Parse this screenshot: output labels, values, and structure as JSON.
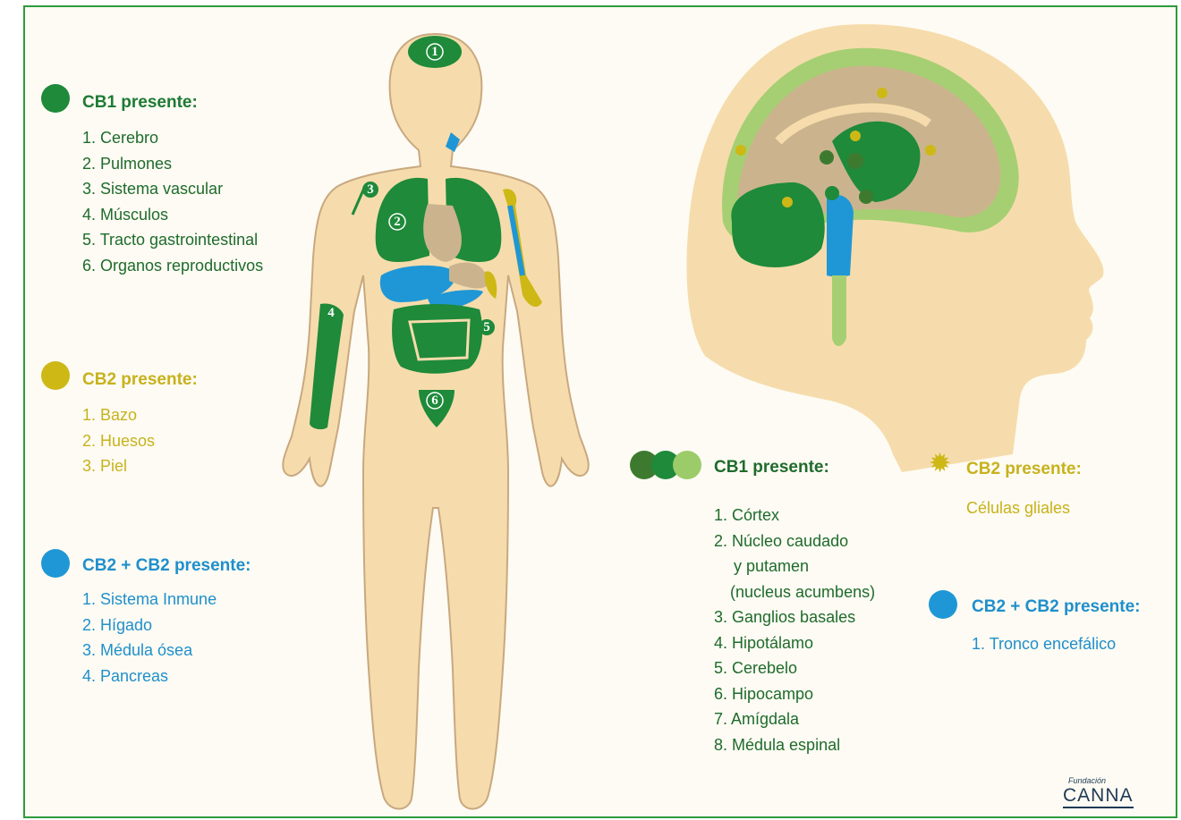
{
  "legends": {
    "body_cb1": {
      "title": "CB1 presente:",
      "items": [
        "1. Cerebro",
        "2. Pulmones",
        "3. Sistema vascular",
        "4. Músculos",
        "5. Tracto gastrointestinal",
        "6. Organos reproductivos"
      ],
      "color": "#1e8a3a"
    },
    "body_cb2": {
      "title": "CB2 presente:",
      "items": [
        "1. Bazo",
        "2. Huesos",
        "3. Piel"
      ],
      "color": "#cdb816"
    },
    "body_cb1cb2": {
      "title": "CB2 + CB2 presente:",
      "items": [
        "1. Sistema Inmune",
        "2. Hígado",
        "3. Médula ósea",
        "4. Pancreas"
      ],
      "color": "#1f97d6"
    },
    "brain_cb1": {
      "title": "CB1 presente:",
      "items": [
        "1. Córtex",
        "2. Núcleo caudado",
        "y putamen",
        "(nucleus acumbens)",
        "3. Ganglios basales",
        "4. Hipotálamo",
        "5. Cerebelo",
        "6. Hipocampo",
        "7. Amígdala",
        "8. Médula espinal"
      ],
      "colors": [
        "#3d7a30",
        "#1e8a3a",
        "#9ccc6a"
      ]
    },
    "brain_cb2": {
      "title": "CB2 presente:",
      "items": [
        "Células gliales"
      ],
      "color": "#cdb816"
    },
    "brain_cb1cb2": {
      "title": "CB2 + CB2 presente:",
      "items": [
        "1. Tronco encefálico"
      ],
      "color": "#1f97d6"
    }
  },
  "body_markers": [
    "1",
    "2",
    "3",
    "4",
    "5",
    "6"
  ],
  "logo": {
    "small": "Fundación",
    "big": "CANNA"
  },
  "colors": {
    "skin": "#f6dcac",
    "skin_stroke": "#c9a880",
    "green": "#1e8a3a",
    "light_green": "#a6cf73",
    "yellow": "#cdb816",
    "blue": "#1f97d6",
    "tan": "#cbb48d",
    "border": "#2f9a3c"
  }
}
